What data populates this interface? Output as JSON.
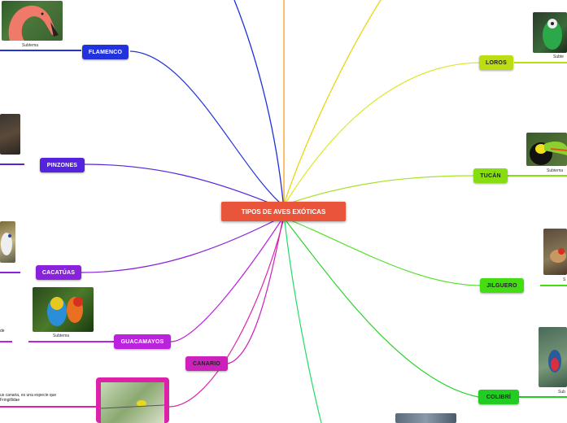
{
  "central": {
    "label": "TIPOS DE AVES EXÓTICAS",
    "color": "#e8553a"
  },
  "branches": {
    "flamenco": {
      "label": "FLAMENCO",
      "sub": "Subtema"
    },
    "pinzones": {
      "label": "PINZONES"
    },
    "cacatuas": {
      "label": "CACATÚAS"
    },
    "guacamayos": {
      "label": "GUACAMAYOS",
      "sub": "Subtema"
    },
    "canario": {
      "label": "CANARIO",
      "desc_line1": "us canaria, es una especie que",
      "desc_line2": "Fringillidae"
    },
    "loros": {
      "label": "LOROS",
      "sub": "Subte"
    },
    "tucan": {
      "label": "TUCÁN",
      "sub": "Subtema"
    },
    "jilguero": {
      "label": "JILGUERO",
      "sub": "S"
    },
    "colibri": {
      "label": "COLIBRÍ",
      "sub": "Sub"
    }
  },
  "left_fragment": "de",
  "icons": [
    "flamingo-photo",
    "finch-photo",
    "cockatoo-photo",
    "macaw-photo",
    "canary-photo",
    "parrot-photo",
    "toucan-photo",
    "goldfinch-photo",
    "hummingbird-photo",
    "bird-photo"
  ],
  "colors": {
    "flamenco": "#2233dd",
    "pinzones": "#5522dd",
    "cacatuas": "#8822dd",
    "guacamayos": "#bb22dd",
    "canario": "#cc22aa",
    "loros": "#bbdd11",
    "tucan": "#88dd11",
    "jilguero": "#44dd11",
    "colibri": "#22cc22"
  }
}
